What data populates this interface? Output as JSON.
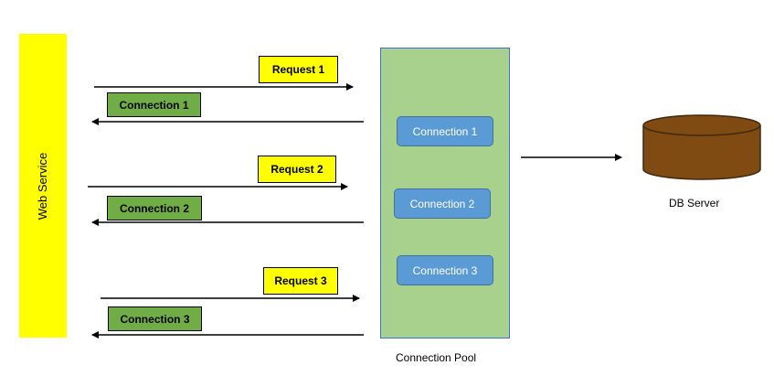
{
  "colors": {
    "web_service_fill": "#ffff00",
    "request_fill": "#ffff00",
    "connection_fill": "#70ad47",
    "pool_fill": "#a9d18e",
    "pool_border": "#4472c4",
    "pool_connection_fill": "#5b9bd5",
    "db_fill": "#7f4b12",
    "db_border": "#3f2a10",
    "arrow": "#000000"
  },
  "web_service": {
    "label": "Web Service"
  },
  "requests": [
    {
      "label": "Request 1"
    },
    {
      "label": "Request 2"
    },
    {
      "label": "Request 3"
    }
  ],
  "responses": [
    {
      "label": "Connection 1"
    },
    {
      "label": "Connection 2"
    },
    {
      "label": "Connection 3"
    }
  ],
  "connection_pool": {
    "label": "Connection Pool",
    "connections": [
      {
        "label": "Connection 1"
      },
      {
        "label": "Connection 2"
      },
      {
        "label": "Connection 3"
      }
    ]
  },
  "db_server": {
    "label": "DB Server",
    "icon": "database-cylinder-icon"
  }
}
